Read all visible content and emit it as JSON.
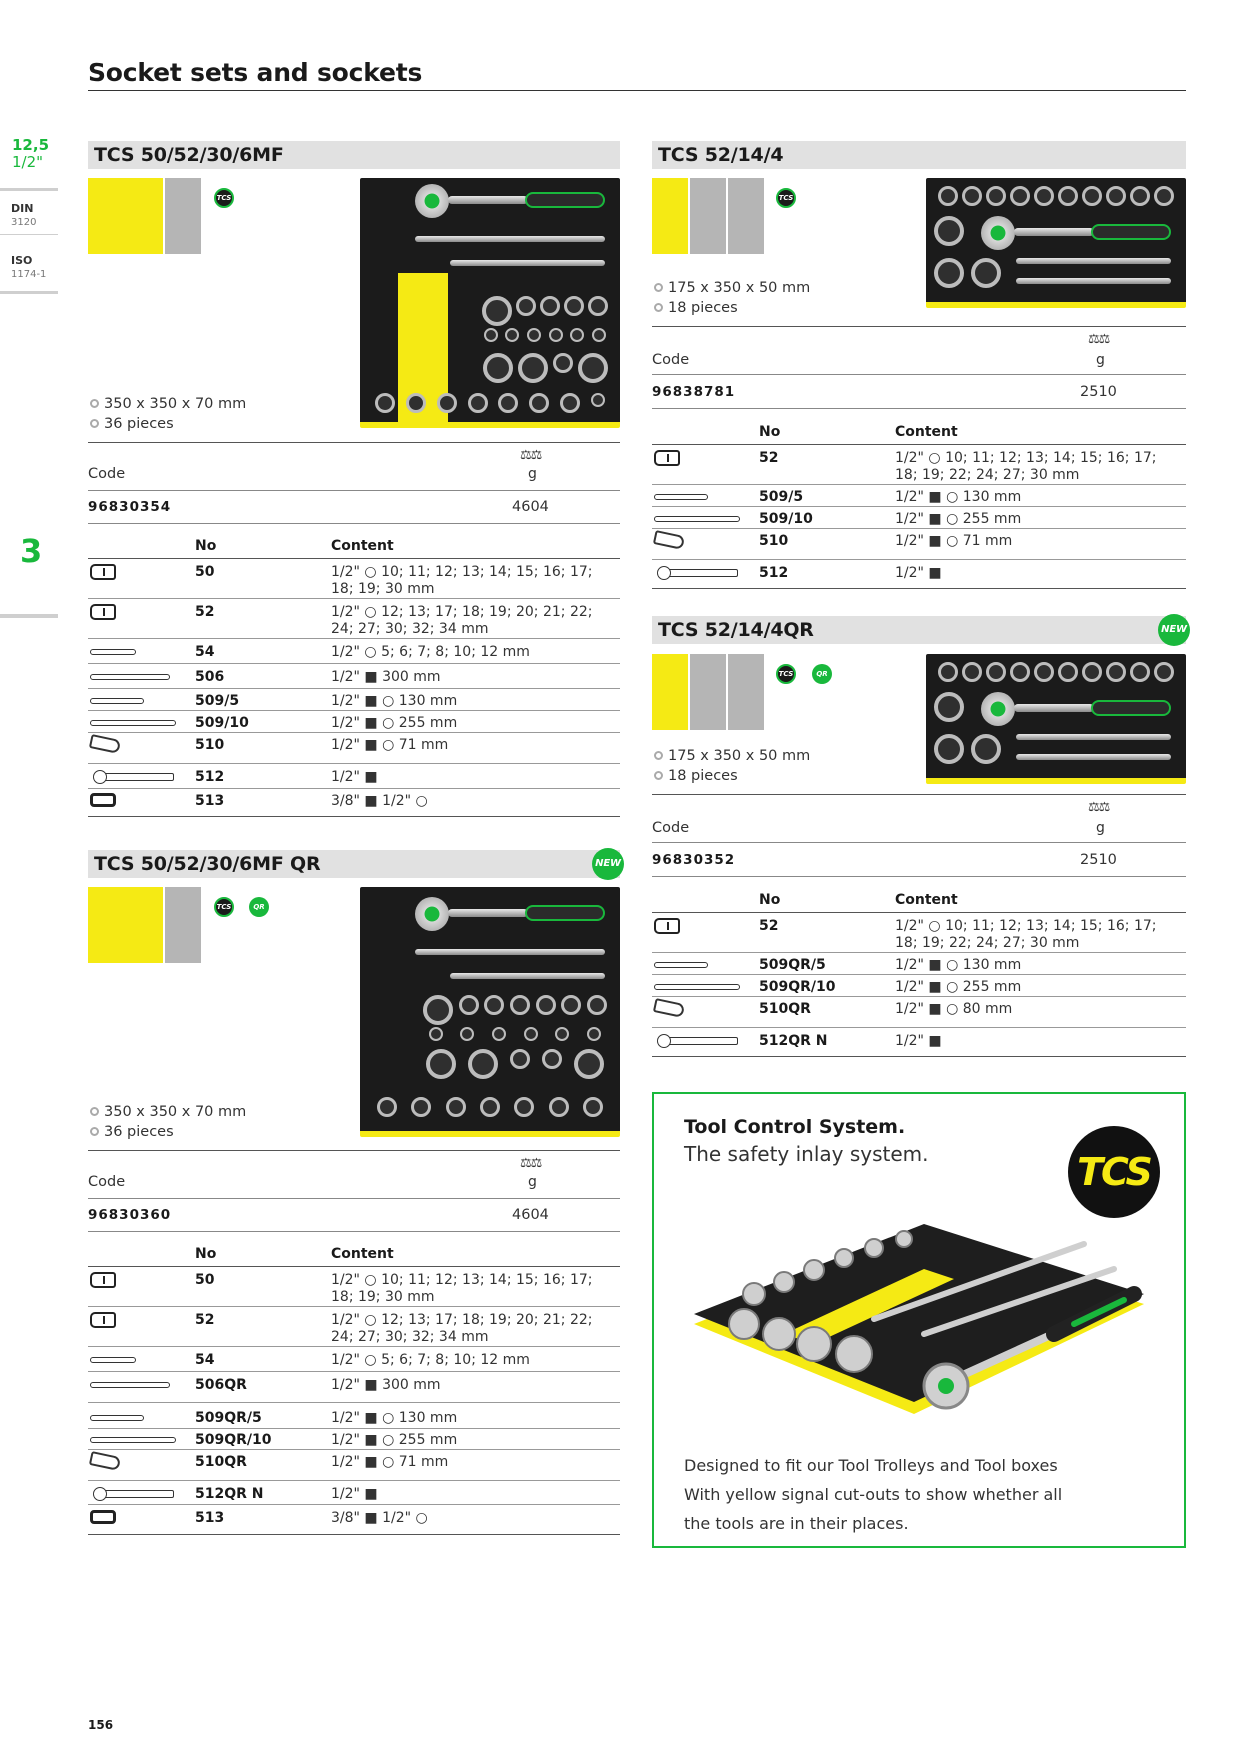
{
  "page": {
    "title": "Socket sets and sockets",
    "number": "156"
  },
  "side": {
    "size_main": "12,5",
    "size_sub": "1/2\"",
    "din_label": "DIN",
    "din_num": "3120",
    "iso_label": "ISO",
    "iso_num": "1174-1",
    "chapter": "3"
  },
  "labels": {
    "code": "Code",
    "weight_unit": "g",
    "no": "No",
    "content": "Content",
    "new": "NEW",
    "tcs": "TCS",
    "qr": "QR",
    "scale": "⚖⚖"
  },
  "sections": {
    "s1": {
      "title": "TCS 50/52/30/6MF",
      "dims": "350 x 350 x 70 mm",
      "pieces": "36 pieces",
      "code": "96830354",
      "weight": "4604",
      "rows": [
        {
          "no": "50",
          "content": "1/2\" ○ 10; 11; 12; 13; 14; 15; 16; 17; 18; 19; 30 mm"
        },
        {
          "no": "52",
          "content": "1/2\" ○ 12; 13; 17; 18; 19; 20; 21; 22; 24; 27; 30; 32; 34 mm"
        },
        {
          "no": "54",
          "content": "1/2\" ○ 5; 6; 7; 8; 10; 12 mm"
        },
        {
          "no": "506",
          "content": "1/2\" ■ 300 mm"
        },
        {
          "no": "509/5",
          "content": "1/2\" ■ ○ 130 mm"
        },
        {
          "no": "509/10",
          "content": "1/2\" ■ ○ 255 mm"
        },
        {
          "no": "510",
          "content": "1/2\" ■ ○ 71 mm"
        },
        {
          "no": "512",
          "content": "1/2\" ■"
        },
        {
          "no": "513",
          "content": "3/8\" ■ 1/2\" ○"
        }
      ]
    },
    "s2": {
      "title": "TCS 50/52/30/6MF QR",
      "dims": "350 x 350 x 70 mm",
      "pieces": "36 pieces",
      "code": "96830360",
      "weight": "4604",
      "rows": [
        {
          "no": "50",
          "content": "1/2\" ○ 10; 11; 12; 13; 14; 15; 16; 17; 18; 19; 30 mm"
        },
        {
          "no": "52",
          "content": "1/2\" ○ 12; 13; 17; 18; 19; 20; 21; 22; 24; 27; 30; 32; 34 mm"
        },
        {
          "no": "54",
          "content": "1/2\" ○ 5; 6; 7; 8; 10; 12 mm"
        },
        {
          "no": "506QR",
          "content": "1/2\" ■ 300 mm"
        },
        {
          "no": "509QR/5",
          "content": "1/2\" ■ ○ 130 mm"
        },
        {
          "no": "509QR/10",
          "content": "1/2\" ■ ○ 255 mm"
        },
        {
          "no": "510QR",
          "content": "1/2\" ■ ○ 71 mm"
        },
        {
          "no": "512QR N",
          "content": "1/2\" ■"
        },
        {
          "no": "513",
          "content": "3/8\" ■ 1/2\" ○"
        }
      ]
    },
    "s3": {
      "title": "TCS 52/14/4",
      "dims": "175 x 350 x 50 mm",
      "pieces": "18 pieces",
      "code": "96838781",
      "weight": "2510",
      "rows": [
        {
          "no": "52",
          "content": "1/2\" ○ 10; 11; 12; 13; 14; 15; 16; 17; 18; 19; 22; 24; 27; 30 mm"
        },
        {
          "no": "509/5",
          "content": "1/2\" ■ ○ 130 mm"
        },
        {
          "no": "509/10",
          "content": "1/2\" ■ ○ 255 mm"
        },
        {
          "no": "510",
          "content": "1/2\" ■ ○ 71 mm"
        },
        {
          "no": "512",
          "content": "1/2\" ■"
        }
      ]
    },
    "s4": {
      "title": "TCS 52/14/4QR",
      "dims": "175 x 350 x 50 mm",
      "pieces": "18 pieces",
      "code": "96830352",
      "weight": "2510",
      "rows": [
        {
          "no": "52",
          "content": "1/2\" ○ 10; 11; 12; 13; 14; 15; 16; 17; 18; 19; 22; 24; 27; 30 mm"
        },
        {
          "no": "509QR/5",
          "content": "1/2\" ■ ○ 130 mm"
        },
        {
          "no": "509QR/10",
          "content": "1/2\" ■ ○ 255 mm"
        },
        {
          "no": "510QR",
          "content": "1/2\" ■ ○ 80 mm"
        },
        {
          "no": "512QR N",
          "content": "1/2\" ■"
        }
      ]
    }
  },
  "promo": {
    "title": "Tool Control System.",
    "subtitle": "The safety inlay system.",
    "logo": "TCS",
    "lines": [
      "Designed to fit our Tool Trolleys and Tool boxes",
      "With yellow signal cut-outs to show whether all",
      "the tools are in their places."
    ]
  },
  "colors": {
    "accent": "#19b83c",
    "signal_yellow": "#f5ea14",
    "header_gray": "#e1e1e1"
  }
}
